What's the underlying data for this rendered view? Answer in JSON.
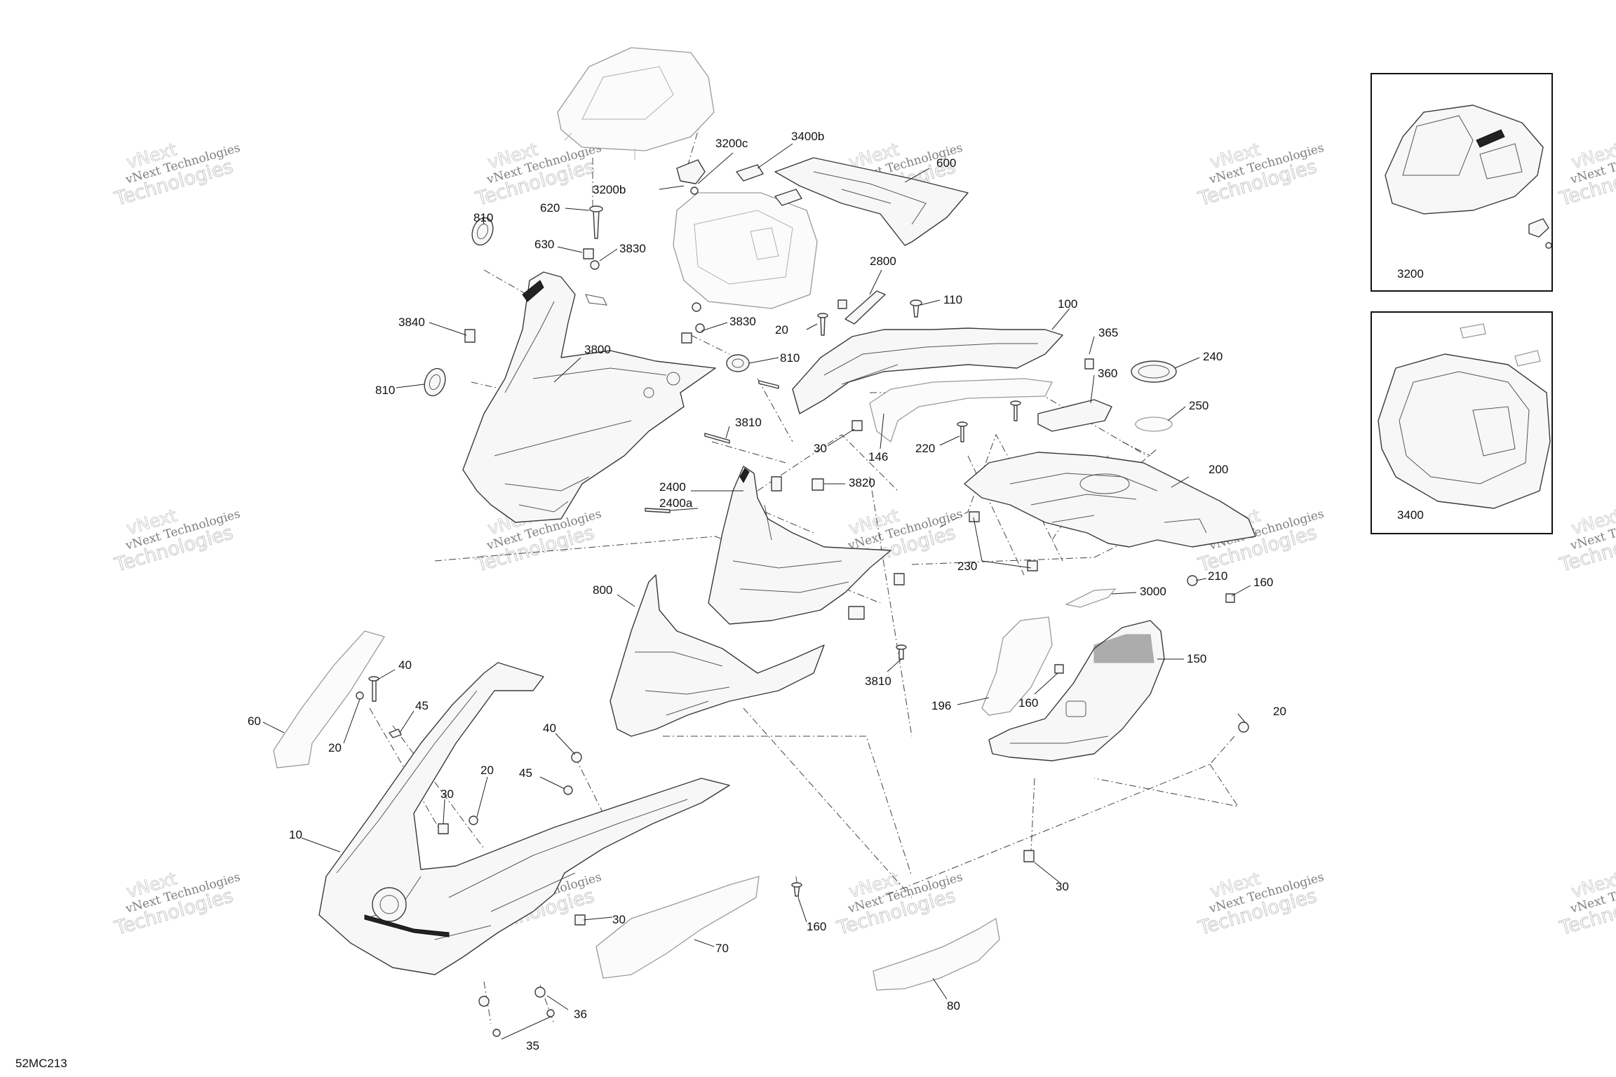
{
  "diagram": {
    "reference_code": "52MC213",
    "watermark": {
      "line1": "vNext Technologies",
      "line2": "Technologies",
      "line3": "vNext"
    },
    "callouts": [
      {
        "id": "c-3200c",
        "text": "3200c"
      },
      {
        "id": "c-3400b",
        "text": "3400b"
      },
      {
        "id": "c-600",
        "text": "600"
      },
      {
        "id": "c-3200b",
        "text": "3200b"
      },
      {
        "id": "c-810a",
        "text": "810"
      },
      {
        "id": "c-620",
        "text": "620"
      },
      {
        "id": "c-630",
        "text": "630"
      },
      {
        "id": "c-3830a",
        "text": "3830"
      },
      {
        "id": "c-2800",
        "text": "2800"
      },
      {
        "id": "c-110",
        "text": "110"
      },
      {
        "id": "c-100",
        "text": "100"
      },
      {
        "id": "c-3840",
        "text": "3840"
      },
      {
        "id": "c-3800",
        "text": "3800"
      },
      {
        "id": "c-3830b",
        "text": "3830"
      },
      {
        "id": "c-20a",
        "text": "20"
      },
      {
        "id": "c-810b",
        "text": "810"
      },
      {
        "id": "c-365",
        "text": "365"
      },
      {
        "id": "c-240",
        "text": "240"
      },
      {
        "id": "c-810c",
        "text": "810"
      },
      {
        "id": "c-360",
        "text": "360"
      },
      {
        "id": "c-250",
        "text": "250"
      },
      {
        "id": "c-3810a",
        "text": "3810"
      },
      {
        "id": "c-30a",
        "text": "30"
      },
      {
        "id": "c-146",
        "text": "146"
      },
      {
        "id": "c-220",
        "text": "220"
      },
      {
        "id": "c-200",
        "text": "200"
      },
      {
        "id": "c-2400",
        "text": "2400"
      },
      {
        "id": "c-2400a",
        "text": "2400a"
      },
      {
        "id": "c-3820",
        "text": "3820"
      },
      {
        "id": "c-230",
        "text": "230"
      },
      {
        "id": "c-210",
        "text": "210"
      },
      {
        "id": "c-160a",
        "text": "160"
      },
      {
        "id": "c-800",
        "text": "800"
      },
      {
        "id": "c-3000",
        "text": "3000"
      },
      {
        "id": "c-150",
        "text": "150"
      },
      {
        "id": "c-3810b",
        "text": "3810"
      },
      {
        "id": "c-196",
        "text": "196"
      },
      {
        "id": "c-160b",
        "text": "160"
      },
      {
        "id": "c-40a",
        "text": "40"
      },
      {
        "id": "c-60",
        "text": "60"
      },
      {
        "id": "c-45a",
        "text": "45"
      },
      {
        "id": "c-20b",
        "text": "20"
      },
      {
        "id": "c-40b",
        "text": "40"
      },
      {
        "id": "c-20c",
        "text": "20"
      },
      {
        "id": "c-45b",
        "text": "45"
      },
      {
        "id": "c-20d",
        "text": "20"
      },
      {
        "id": "c-30b",
        "text": "30"
      },
      {
        "id": "c-10",
        "text": "10"
      },
      {
        "id": "c-30c",
        "text": "30"
      },
      {
        "id": "c-160c",
        "text": "160"
      },
      {
        "id": "c-70",
        "text": "70"
      },
      {
        "id": "c-30d",
        "text": "30"
      },
      {
        "id": "c-80",
        "text": "80"
      },
      {
        "id": "c-36",
        "text": "36"
      },
      {
        "id": "c-35",
        "text": "35"
      }
    ],
    "insets": [
      {
        "id": "inset-3200",
        "label": "3200"
      },
      {
        "id": "inset-3400",
        "label": "3400"
      }
    ]
  }
}
